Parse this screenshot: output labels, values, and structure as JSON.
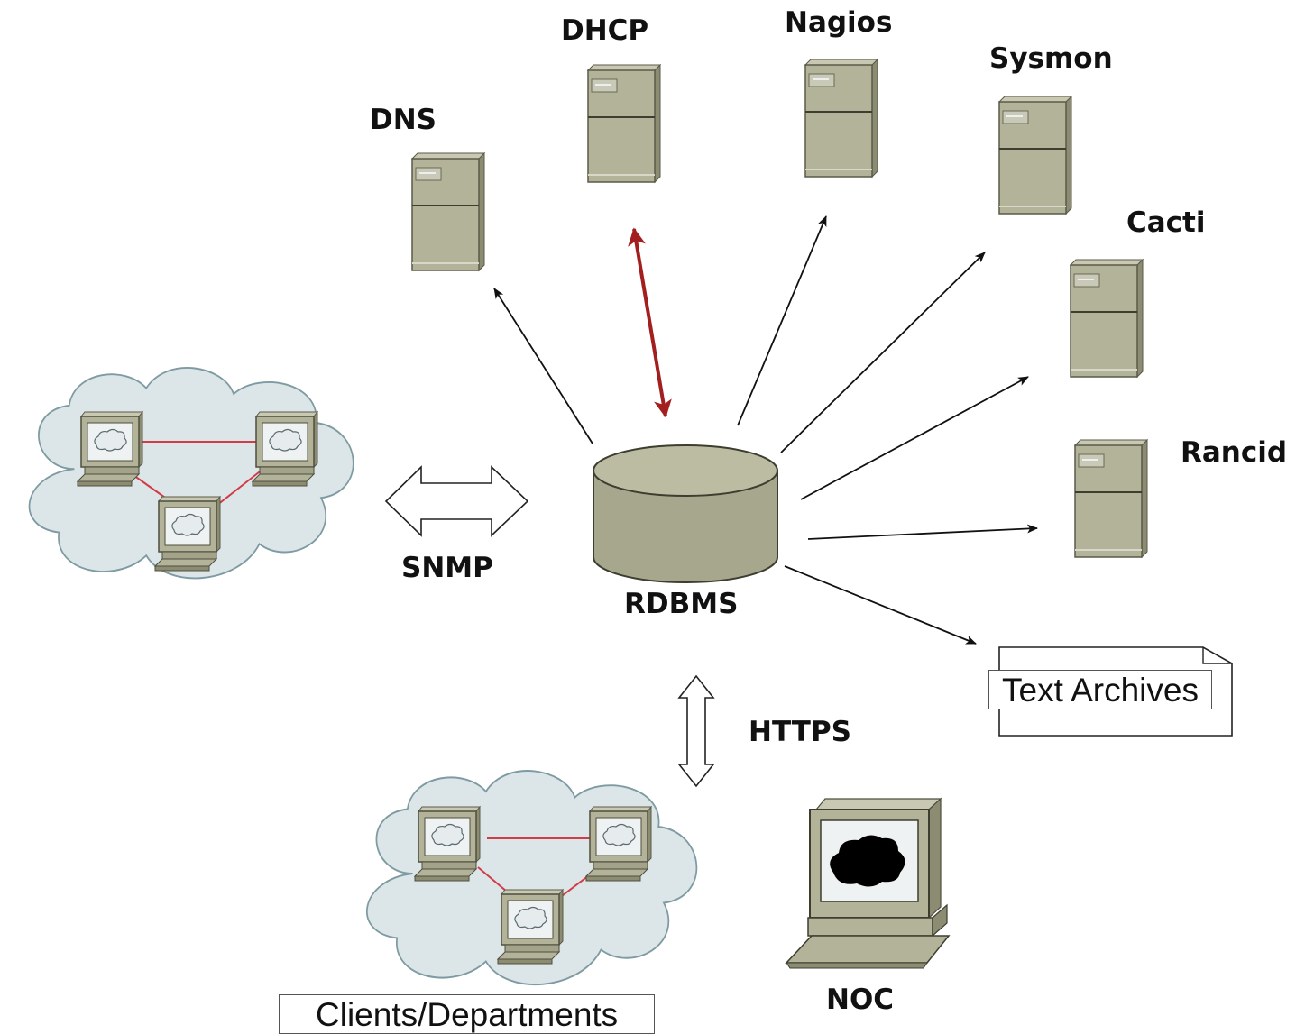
{
  "diagram": {
    "hub": {
      "label": "RDBMS"
    },
    "servers": [
      {
        "id": "dns",
        "label": "DNS"
      },
      {
        "id": "dhcp",
        "label": "DHCP"
      },
      {
        "id": "nagios",
        "label": "Nagios"
      },
      {
        "id": "sysmon",
        "label": "Sysmon"
      },
      {
        "id": "cacti",
        "label": "Cacti"
      },
      {
        "id": "rancid",
        "label": "Rancid"
      }
    ],
    "links": {
      "snmp": "SNMP",
      "https": "HTTPS"
    },
    "archive": {
      "label": "Text Archives"
    },
    "clients": {
      "label": "Clients/Departments"
    },
    "noc": {
      "label": "NOC"
    },
    "colors": {
      "server_fill": "#b3b39a",
      "server_dark": "#8c8c73",
      "cloud_fill": "#dce6e8",
      "dhcp_arrow": "#a31f1f",
      "network_link": "#d23c46"
    }
  }
}
